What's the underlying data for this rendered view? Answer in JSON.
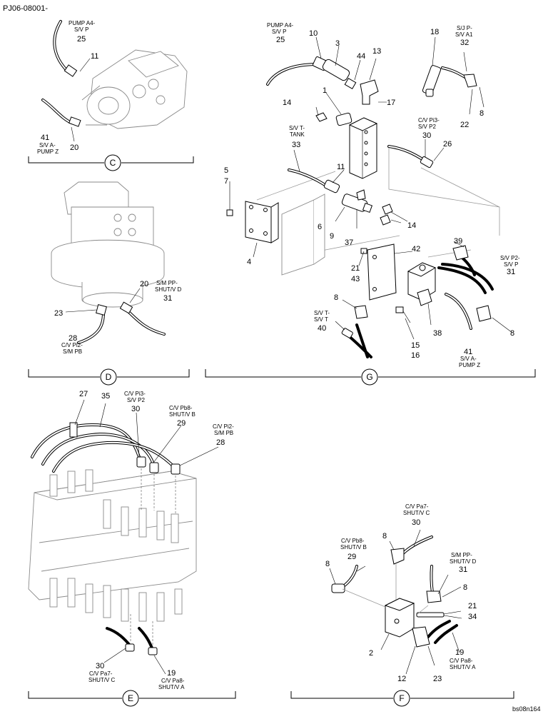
{
  "header": {
    "doc_id": "PJ06-08001-"
  },
  "footer": {
    "ref_id": "bs08n164"
  },
  "views": {
    "C": {
      "letter": "C"
    },
    "D": {
      "letter": "D"
    },
    "G": {
      "letter": "G"
    },
    "E": {
      "letter": "E"
    },
    "F": {
      "letter": "F"
    }
  },
  "callouts_C": {
    "n25": "25",
    "n11": "11",
    "n41": "41",
    "n20": "20",
    "t_pumpa4_1": "PUMP A4-",
    "t_pumpa4_2": "S/V P",
    "t_sva_1": "S/V A-",
    "t_sva_2": "PUMP Z"
  },
  "callouts_D": {
    "n20": "20",
    "n31": "31",
    "n23": "23",
    "n28": "28",
    "t_smpp_1": "S/M PP-",
    "t_smpp_2": "SHUT/V D",
    "t_cvpi2_1": "C/V Pi2-",
    "t_cvpi2_2": "S/M PB"
  },
  "callouts_G": {
    "n10": "10",
    "n25": "25",
    "n3": "3",
    "n44": "44",
    "n13": "13",
    "n18": "18",
    "n32": "32",
    "n1": "1",
    "n14a": "14",
    "n17": "17",
    "n8a": "8",
    "n22": "22",
    "n33": "33",
    "n30": "30",
    "n26": "26",
    "n5": "5",
    "n7": "7",
    "n11": "11",
    "n6": "6",
    "n9": "9",
    "n14b": "14",
    "n37": "37",
    "n4": "4",
    "n42": "42",
    "n21": "21",
    "n43": "43",
    "n39": "39",
    "n31": "31",
    "n8b": "8",
    "n40": "40",
    "n15": "15",
    "n16": "16",
    "n38": "38",
    "n8c": "8",
    "n41": "41",
    "t_pumpa4_1": "PUMP A4-",
    "t_pumpa4_2": "S/V P",
    "t_sjp_1": "S/J P-",
    "t_sjp_2": "S/V A1",
    "t_svt_1": "S/V T-",
    "t_svt_2": "TANK",
    "t_cvpi3_1": "C/V Pi3-",
    "t_cvpi3_2": "S/V P2",
    "t_svp2_1": "S/V P2-",
    "t_svp2_2": "S/V P",
    "t_svtsvt_1": "S/V T-",
    "t_svtsvt_2": "S/V T",
    "t_sva_1": "S/V A-",
    "t_sva_2": "PUMP Z"
  },
  "callouts_E": {
    "n27": "27",
    "n35": "35",
    "n30a": "30",
    "n29": "29",
    "n28": "28",
    "n30b": "30",
    "n19": "19",
    "t_cvpi3_1": "C/V Pi3-",
    "t_cvpi3_2": "S/V P2",
    "t_cvpb8_1": "C/V Pb8-",
    "t_cvpb8_2": "SHUT/V B",
    "t_cvpi2_1": "C/V Pi2-",
    "t_cvpi2_2": "S/M PB",
    "t_cvpa7_1": "C/V Pa7-",
    "t_cvpa7_2": "SHUT/V C",
    "t_cvpa8_1": "C/V Pa8-",
    "t_cvpa8_2": "SHUT/V A"
  },
  "callouts_F": {
    "n30": "30",
    "n8a": "8",
    "n29": "29",
    "n8b": "8",
    "n31": "31",
    "n8c": "8",
    "n21": "21",
    "n34": "34",
    "n2": "2",
    "n19": "19",
    "n12": "12",
    "n23": "23",
    "t_cvpa7_1": "C/V Pa7-",
    "t_cvpa7_2": "SHUT/V C",
    "t_cvpb8_1": "C/V Pb8-",
    "t_cvpb8_2": "SHUT/V B",
    "t_smpp_1": "S/M PP-",
    "t_smpp_2": "SHUT/V D",
    "t_cvpa8_1": "C/V Pa8-",
    "t_cvpa8_2": "SHUT/V A"
  }
}
